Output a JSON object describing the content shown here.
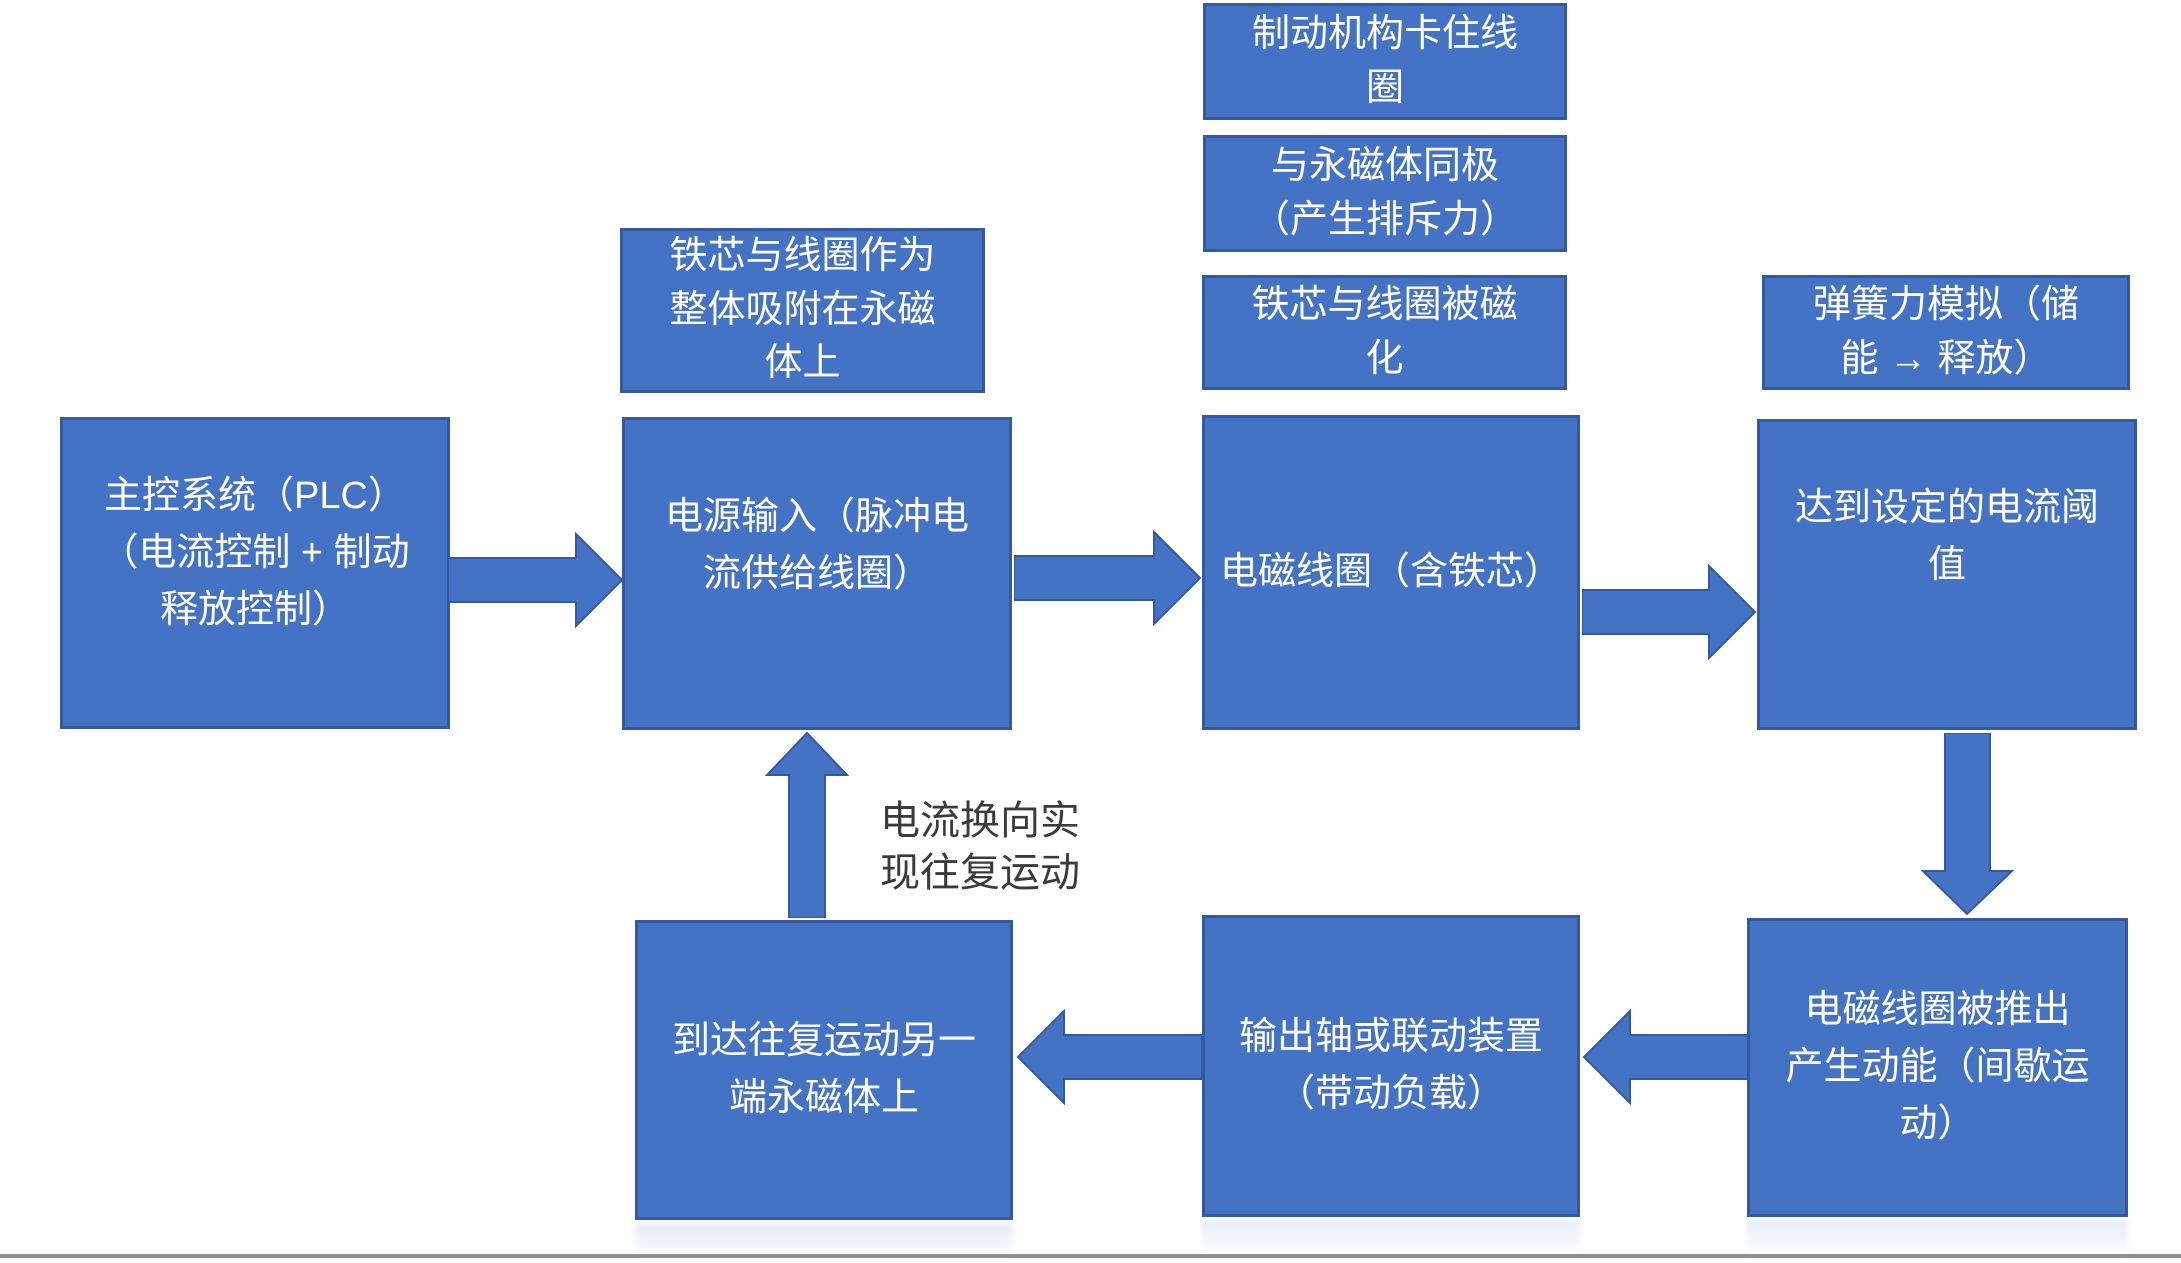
{
  "diagram": {
    "type": "flowchart",
    "language": "zh-CN",
    "colors": {
      "node_fill": "#4472C4",
      "node_border": "#35599F",
      "node_text": "#FFFFFF",
      "edge_label_text": "#3B3B3B",
      "background": "#FFFFFF"
    },
    "nodes": {
      "plc": {
        "text": "主控系统（PLC）\n（电流控制 + 制动\n释放控制）"
      },
      "power_input": {
        "text": "电源输入（脉冲电\n流供给线圈）"
      },
      "coil": {
        "text": "电磁线圈（含铁芯）"
      },
      "threshold": {
        "text": "达到设定的电流阈\n值"
      },
      "kinetic": {
        "text": "电磁线圈被推出\n产生动能（间歇运\n动）"
      },
      "output_shaft": {
        "text": "输出轴或联动装置\n（带动负载）"
      },
      "far_end": {
        "text": "到达往复运动另一\n端永磁体上"
      },
      "note_attached": {
        "text": "铁芯与线圈作为\n整体吸附在永磁\n体上"
      },
      "note_brake": {
        "text": "制动机构卡住线\n圈"
      },
      "note_same_pole": {
        "text": "与永磁体同极\n（产生排斥力）"
      },
      "note_magnetized": {
        "text": "铁芯与线圈被磁\n化"
      },
      "note_spring": {
        "text": "弹簧力模拟（储\n能 → 释放）"
      }
    },
    "edge_label": {
      "text": "电流换向实\n现往复运动"
    },
    "connections": [
      {
        "from": "plc",
        "to": "power_input",
        "direction": "right"
      },
      {
        "from": "power_input",
        "to": "coil",
        "direction": "right"
      },
      {
        "from": "coil",
        "to": "threshold",
        "direction": "right"
      },
      {
        "from": "threshold",
        "to": "kinetic",
        "direction": "down"
      },
      {
        "from": "kinetic",
        "to": "output_shaft",
        "direction": "left"
      },
      {
        "from": "output_shaft",
        "to": "far_end",
        "direction": "left"
      },
      {
        "from": "far_end",
        "to": "power_input",
        "direction": "up",
        "label": "电流换向实现往复运动"
      }
    ]
  }
}
